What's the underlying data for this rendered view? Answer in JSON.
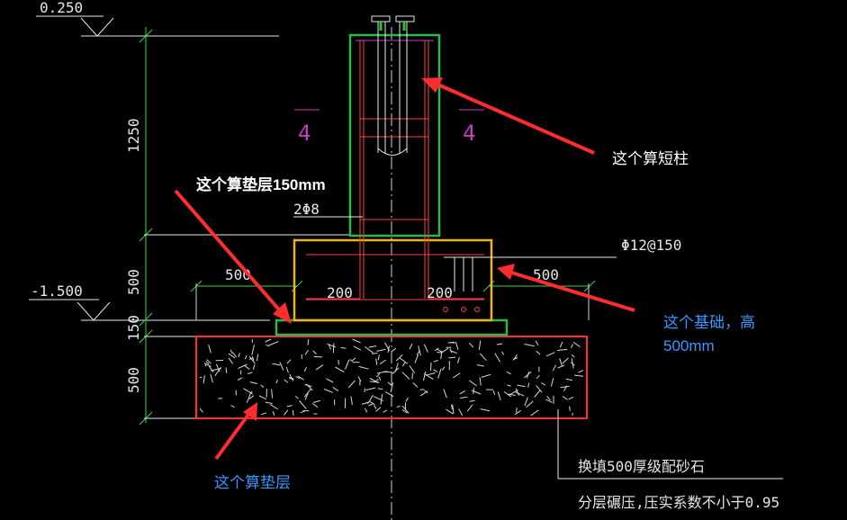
{
  "elevations": {
    "top": "0.250",
    "bottom": "-1.500"
  },
  "dims": {
    "h_column": "1250",
    "h_footing": "500",
    "h_cushion": "150",
    "h_gravel": "500",
    "left_ext": "500",
    "right_ext": "500",
    "inner_left": "200",
    "inner_right": "200"
  },
  "rebar": {
    "stirrup_count": "2Φ8",
    "mesh": "Φ12@150"
  },
  "section_marks": {
    "left": "4",
    "right": "4"
  },
  "notes": {
    "line1": "换填500厚级配砂石",
    "line2": "分层碾压,压实系数不小于0.95"
  },
  "annotations": {
    "short_column": "这个算短柱",
    "cushion_150": "这个算垫层150mm",
    "foundation_line1": "这个基础，高",
    "foundation_line2": "500mm",
    "cushion_gravel": "这个算垫层"
  },
  "colors": {
    "highlight_green": "#2db84a",
    "highlight_yellow": "#f0b020",
    "highlight_red": "#ff2d2d",
    "rebar": "#ff4040",
    "marks": "#c040c0"
  }
}
